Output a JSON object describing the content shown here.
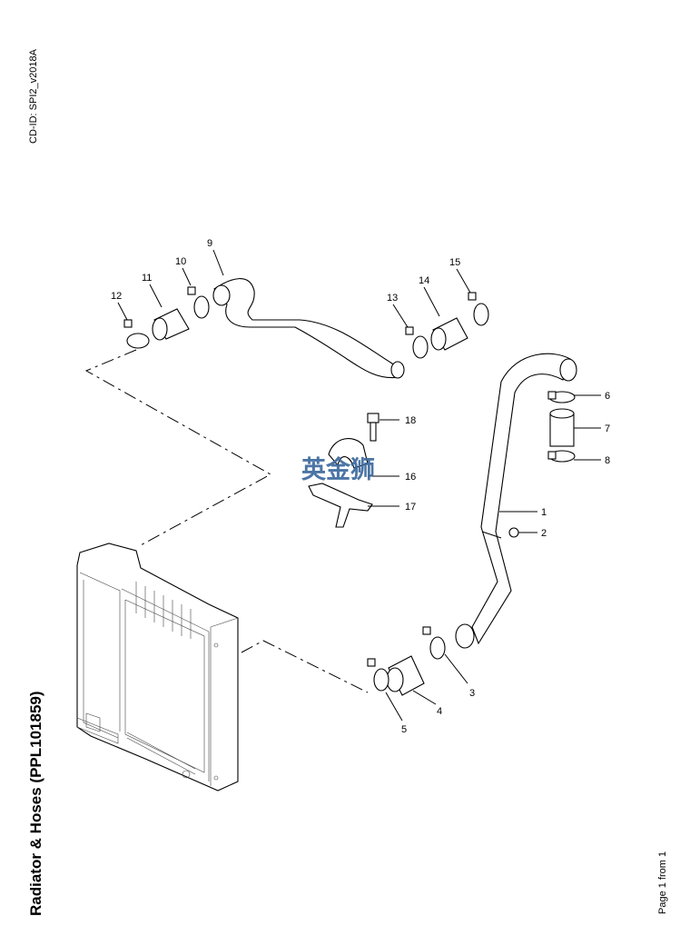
{
  "document_id": "CD-ID: SPI2_v2018A",
  "title": "Radiator & Hoses (PPL101859)",
  "page_indicator": "Page 1 from 1",
  "watermark": "英金狮",
  "callouts": [
    "1",
    "2",
    "3",
    "4",
    "5",
    "6",
    "7",
    "8",
    "9",
    "10",
    "11",
    "12",
    "13",
    "14",
    "15",
    "16",
    "17",
    "18"
  ]
}
